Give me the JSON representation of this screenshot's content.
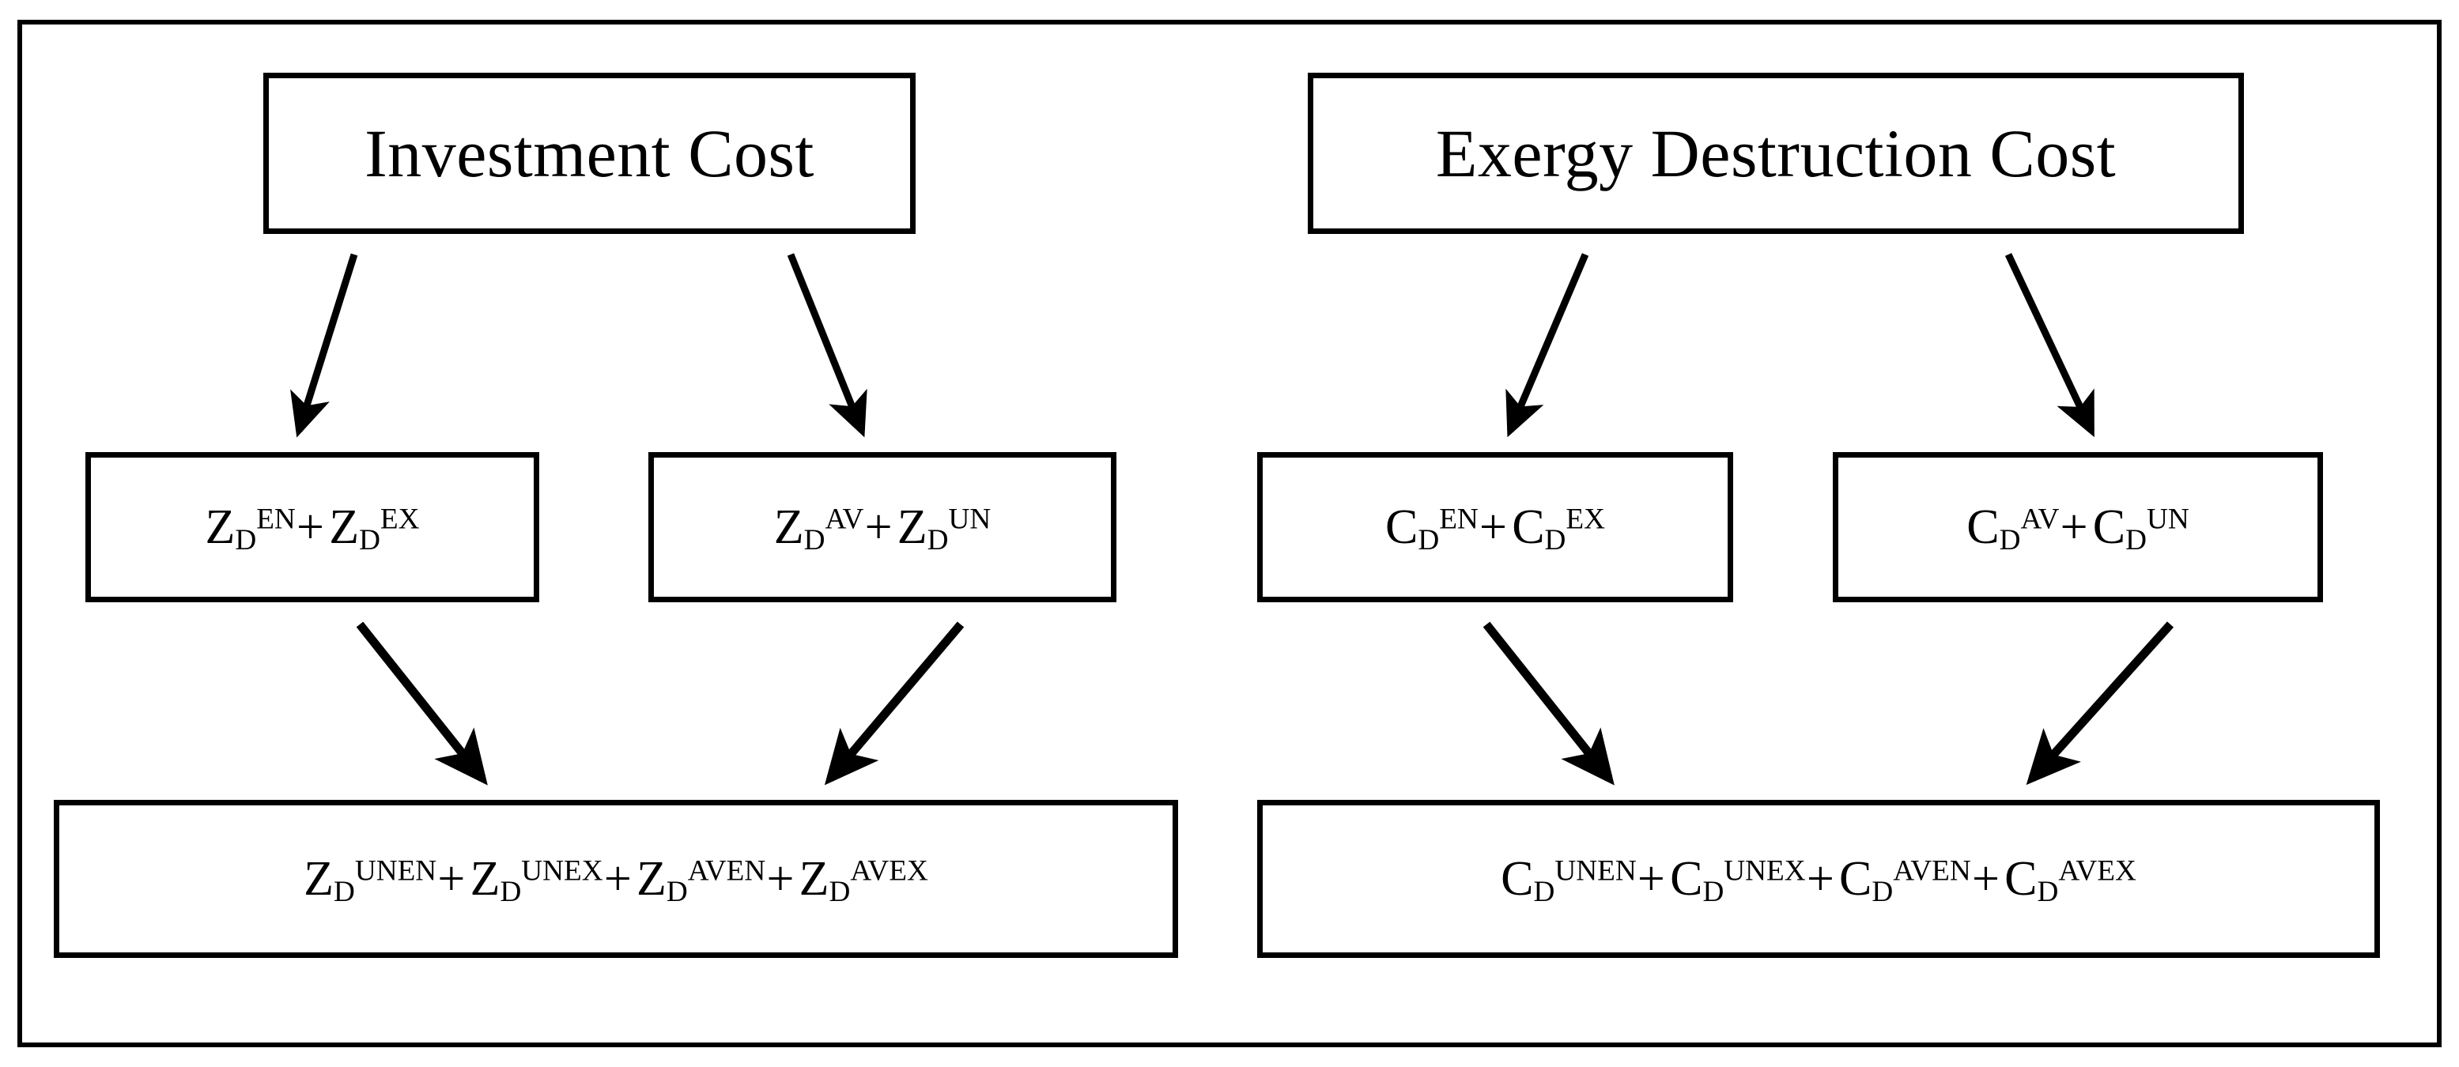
{
  "diagram": {
    "type": "flow-diagram",
    "frame": {
      "border_color": "#000000"
    },
    "titles": {
      "left": "Investment Cost",
      "right": "Exergy Destruction Cost"
    },
    "middle_row": [
      {
        "id": "z-en-ex",
        "text": "Z_D^EN+ Z_D^EX",
        "terms": [
          {
            "base": "Z",
            "sub": "D",
            "sup": "EN"
          },
          {
            "base": "Z",
            "sub": "D",
            "sup": "EX"
          }
        ],
        "operator": "+"
      },
      {
        "id": "z-av-un",
        "text": "Z_D^AV+ Z_D^UN",
        "terms": [
          {
            "base": "Z",
            "sub": "D",
            "sup": "AV"
          },
          {
            "base": "Z",
            "sub": "D",
            "sup": "UN"
          }
        ],
        "operator": "+"
      },
      {
        "id": "c-en-ex",
        "text": "C_D^EN+ C_D^EX",
        "terms": [
          {
            "base": "C",
            "sub": "D",
            "sup": "EN"
          },
          {
            "base": "C",
            "sub": "D",
            "sup": "EX"
          }
        ],
        "operator": "+"
      },
      {
        "id": "c-av-un",
        "text": "C_D^AV+ C_D^UN",
        "terms": [
          {
            "base": "C",
            "sub": "D",
            "sup": "AV"
          },
          {
            "base": "C",
            "sub": "D",
            "sup": "UN"
          }
        ],
        "operator": "+"
      }
    ],
    "bottom_row": [
      {
        "id": "z-combined",
        "text": "Z_D^UNEN+ Z_D^UNEX+ Z_D^AVEN+ Z_D^AVEX",
        "terms": [
          {
            "base": "Z",
            "sub": "D",
            "sup": "UNEN"
          },
          {
            "base": "Z",
            "sub": "D",
            "sup": "UNEX"
          },
          {
            "base": "Z",
            "sub": "D",
            "sup": "AVEN"
          },
          {
            "base": "Z",
            "sub": "D",
            "sup": "AVEX"
          }
        ],
        "operator": "+"
      },
      {
        "id": "c-combined",
        "text": "C_D^UNEN+ C_D^UNEX+ C_D^AVEN+ C_D^AVEX",
        "terms": [
          {
            "base": "C",
            "sub": "D",
            "sup": "UNEN"
          },
          {
            "base": "C",
            "sub": "D",
            "sup": "UNEX"
          },
          {
            "base": "C",
            "sub": "D",
            "sup": "AVEN"
          },
          {
            "base": "C",
            "sub": "D",
            "sup": "AVEX"
          }
        ],
        "operator": "+"
      }
    ],
    "arrows": [
      {
        "id": "inv-to-z-en-ex",
        "from": "investment-cost",
        "to": "z-en-ex"
      },
      {
        "id": "inv-to-z-av-un",
        "from": "investment-cost",
        "to": "z-av-un"
      },
      {
        "id": "exd-to-c-en-ex",
        "from": "exergy-destruction-cost",
        "to": "c-en-ex"
      },
      {
        "id": "exd-to-c-av-un",
        "from": "exergy-destruction-cost",
        "to": "c-av-un"
      },
      {
        "id": "z-en-ex-to-z-combined",
        "from": "z-en-ex",
        "to": "z-combined"
      },
      {
        "id": "z-av-un-to-z-combined",
        "from": "z-av-un",
        "to": "z-combined"
      },
      {
        "id": "c-en-ex-to-c-combined",
        "from": "c-en-ex",
        "to": "c-combined"
      },
      {
        "id": "c-av-un-to-c-combined",
        "from": "c-av-un",
        "to": "c-combined"
      }
    ]
  }
}
